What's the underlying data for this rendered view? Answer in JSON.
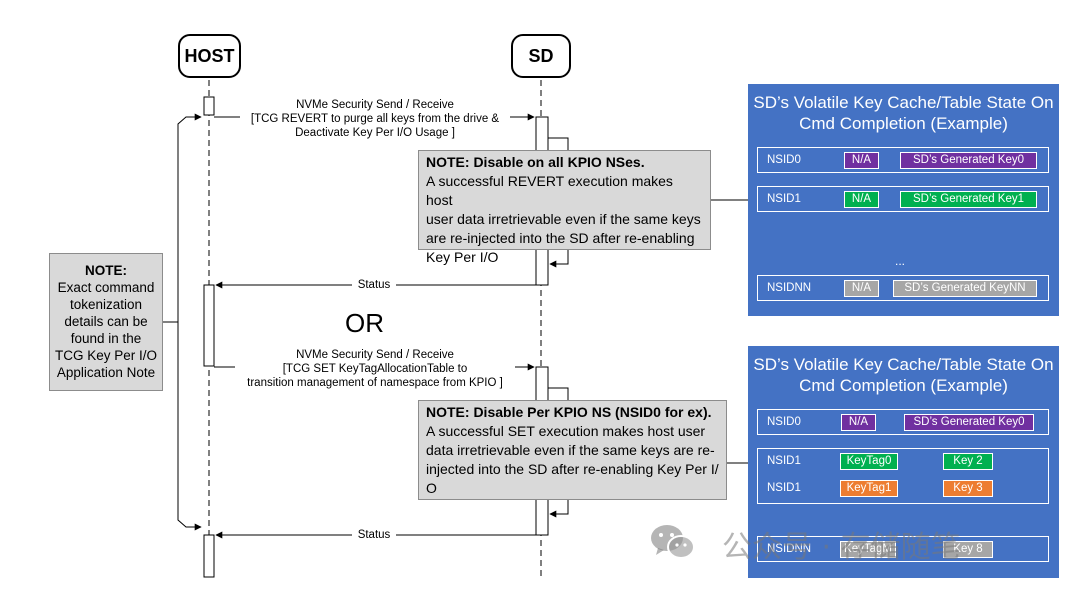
{
  "lifelines": {
    "host": "HOST",
    "sd": "SD"
  },
  "msg1": {
    "line1": "NVMe Security Send / Receive",
    "line2": "[TCG REVERT to purge all keys from the drive &",
    "line3": "Deactivate Key Per I/O Usage ]"
  },
  "note1": {
    "title": "NOTE:  Disable on all KPIO NSes.",
    "line1": "A successful REVERT execution makes host",
    "line2": "user data irretrievable even if the same keys",
    "line3": "are re-injected into the SD after re-enabling",
    "line4": "Key Per I/O"
  },
  "status1": "Status",
  "or_label": "OR",
  "msg2": {
    "line1": "NVMe Security Send / Receive",
    "line2": "[TCG SET KeyTagAllocationTable to",
    "line3": "transition management of namespace from KPIO ]"
  },
  "note2": {
    "title": "NOTE:  Disable Per KPIO NS (NSID0 for ex).",
    "line1": "A successful SET execution makes host user",
    "line2": "data irretrievable even if the same keys are re-",
    "line3": "injected into the SD after re-enabling Key Per I/",
    "line4": "O"
  },
  "status2": "Status",
  "left_note": {
    "title": "NOTE:",
    "lines": [
      "Exact command",
      "tokenization",
      "details can be",
      "found in the",
      "TCG Key Per I/O",
      "Application Note"
    ]
  },
  "panel1": {
    "title_line1": "SD’s Volatile Key Cache/Table State On",
    "title_line2": "Cmd Completion (Example)",
    "rows": [
      {
        "nsid": "NSID0",
        "tag": "N/A",
        "key": "SD’s Generated Key0"
      },
      {
        "nsid": "NSID1",
        "tag": "N/A",
        "key": "SD’s Generated Key1"
      },
      {
        "nsid": "NSIDNN",
        "tag": "N/A",
        "key": "SD’s Generated KeyNN"
      }
    ],
    "ellipsis": "...",
    "colors": {
      "purple": "#7030a0",
      "green": "#00b050",
      "gray": "#a6a6a6",
      "orange": "#ed7d31",
      "panel": "#4472c4"
    }
  },
  "panel2": {
    "title_line1": "SD’s Volatile Key Cache/Table State On",
    "title_line2": "Cmd Completion (Example)",
    "rows": [
      {
        "nsid": "NSID0",
        "tag": "N/A",
        "key": "SD’s Generated Key0"
      },
      {
        "nsid": "NSID1",
        "tag": "KeyTag0",
        "key": "Key 2"
      },
      {
        "nsid": "NSID1",
        "tag": "KeyTag1",
        "key": "Key 3"
      },
      {
        "nsid": "NSIDNN",
        "tag": "KeyTagM",
        "key": "Key 8"
      }
    ]
  },
  "watermark": {
    "text": "公众号 · 存储随笔",
    "icon": "wechat-icon"
  }
}
